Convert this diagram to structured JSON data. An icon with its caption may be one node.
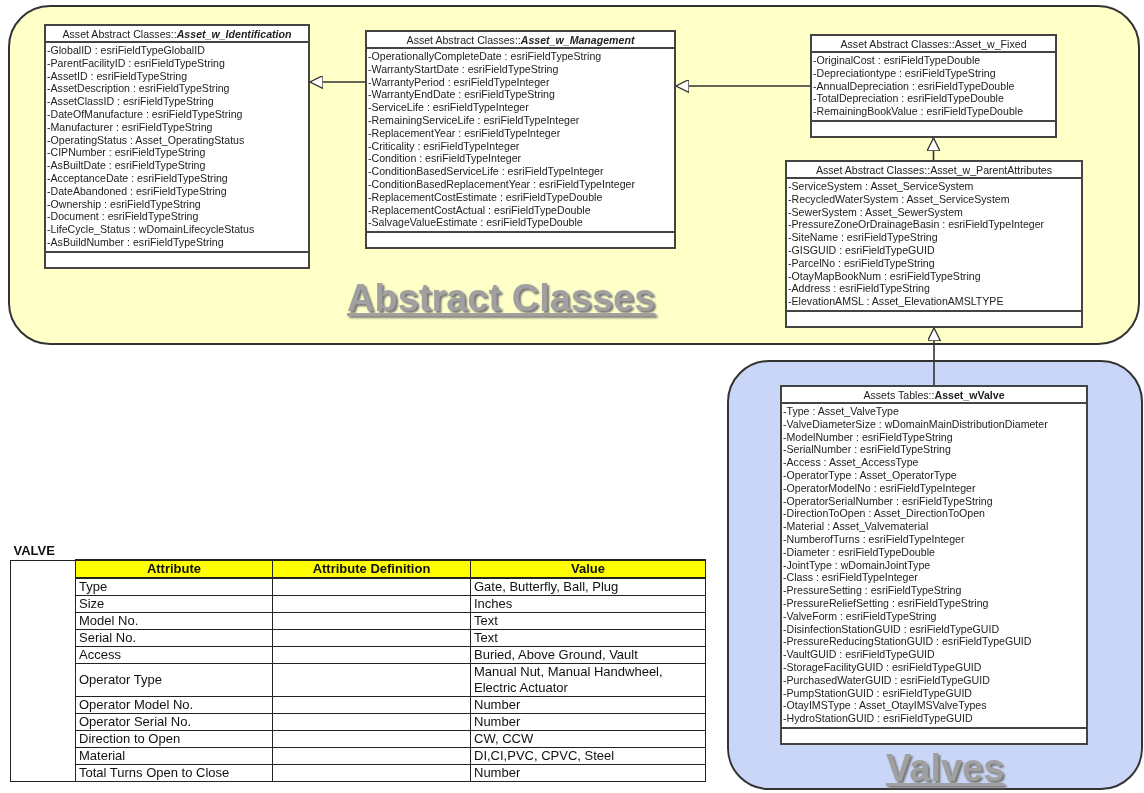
{
  "diagram": {
    "nodes": [
      {
        "text": [
          "Abstract Classes"
        ]
      },
      {
        "text": [
          "Asset Abstract Classes::**Asset_w_Identification**",
          "-GlobalID : esriFieldTypeGlobalID",
          "-ParentFacilityID : esriFieldTypeString",
          "-AssetID : esriFieldTypeString",
          "-AssetDescription : esriFieldTypeString",
          "-AssetClassID : esriFieldTypeString",
          "-DateOfManufacture : esriFieldTypeString",
          "-Manufacturer : esriFieldTypeString",
          "-OperatingStatus : Asset_OperatingStatus",
          "-CIPNumber : esriFieldTypeString",
          "-AsBuiltDate : esriFieldTypeString",
          "-AcceptanceDate : esriFieldTypeString",
          "-DateAbandoned : esriFieldTypeString",
          "-Ownership : esriFieldTypeString",
          "-Document : esriFieldTypeString",
          "-LifeCycle_Status : wDomainLifecycleStatus",
          "-AsBuildNumber : esriFieldTypeString"
        ],
        "in": 0
      },
      {
        "text": [
          "Asset Abstract Classes::**Asset_w_Management**",
          "-OperationallyCompleteDate : esriFieldTypeString",
          "-WarrantyStartDate : esriFieldTypeString",
          "-WarrantyPeriod : esriFieldTypeInteger",
          "-WarrantyEndDate : esriFieldTypeString",
          "-ServiceLife : esriFieldTypeInteger",
          "-RemainingServiceLife : esriFieldTypeInteger",
          "-ReplacementYear : esriFieldTypeInteger",
          "-Criticality : esriFieldTypeInteger",
          "-Condition : esriFieldTypeInteger",
          "-ConditionBasedServiceLife : esriFieldTypeInteger",
          "-ConditionBasedReplacementYear : esriFieldTypeInteger",
          "-ReplacementCostEstimate : esriFieldTypeDouble",
          "-ReplacementCostActual : esriFieldTypeDouble",
          "-SalvageValueEstimate : esriFieldTypeDouble"
        ],
        "in": 0
      },
      {
        "text": [
          "Asset Abstract Classes::Asset_w_Fixed",
          "-OriginalCost : esriFieldTypeDouble",
          "-Depreciationtype : esriFieldTypeString",
          "-AnnualDepreciation : esriFieldTypeDouble",
          "-TotalDepreciation : esriFieldTypeDouble",
          "-RemainingBookValue : esriFieldTypeDouble"
        ],
        "in": 0
      },
      {
        "text": [
          "Asset Abstract Classes::Asset_w_ParentAttributes",
          "-ServiceSystem : Asset_ServiceSystem",
          "-RecycledWaterSystem : Asset_ServiceSystem",
          "-SewerSystem : Asset_SewerSystem",
          "-PressureZoneOrDrainageBasin : esriFieldTypeInteger",
          "-SiteName : esriFieldTypeString",
          "-GISGUID : esriFieldTypeGUID",
          "-ParcelNo : esriFieldTypeString",
          "-OtayMapBookNum : esriFieldTypeString",
          "-Address : esriFieldTypeString",
          "-ElevationAMSL : Asset_ElevationAMSLTYPE"
        ],
        "in": 0
      },
      {
        "text": [
          "Valves"
        ]
      },
      {
        "text": [
          "Assets Tables::**Asset_wValve**",
          "-Type : Asset_ValveType",
          "-ValveDiameterSize : wDomainMainDistributionDiameter",
          "-ModelNumber : esriFieldTypeString",
          "-SerialNumber : esriFieldTypeString",
          "-Access : Asset_AccessType",
          "-OperatorType : Asset_OperatorType",
          "-OperatorModelNo : esriFieldTypeInteger",
          "-OperatorSerialNumber : esriFieldTypeString",
          "-DirectionToOpen : Asset_DirectionToOpen",
          "-Material : Asset_Valvematerial",
          "-NumberofTurns : esriFieldTypeInteger",
          "-Diameter : esriFieldTypeDouble",
          "-JointType : wDomainJointType",
          "-Class : esriFieldTypeInteger",
          "-PressureSetting : esriFieldTypeString",
          "-PressureReliefSetting : esriFieldTypeString",
          "-ValveForm : esriFieldTypeString",
          "-DisinfectionStationGUID : esriFieldTypeGUID",
          "-PressureReducingStationGUID : esriFieldTypeGUID",
          "-VaultGUID : esriFieldTypeGUID",
          "-StorageFacilityGUID : esriFieldTypeGUID",
          "-PurchasedWaterGUID : esriFieldTypeGUID",
          "-PumpStationGUID : esriFieldTypeGUID",
          "-OtayIMSType : Asset_OtayIMSValveTypes",
          "-HydroStationGUID : esriFieldTypeGUID"
        ],
        "in": 5
      }
    ],
    "edges": [
      {
        "from": 2,
        "to": 1,
        "arrow": "to"
      },
      {
        "from": 3,
        "to": 2,
        "arrow": "to"
      },
      {
        "from": 4,
        "to": 3,
        "arrow": "to"
      },
      {
        "from": 6,
        "to": 4,
        "arrow": "to"
      }
    ],
    "labels": [
      "VALVE",
      "Attribute",
      "Attribute Definition",
      "Value",
      "Type",
      "Gate, Butterfly, Ball, Plug",
      "Size",
      "Inches",
      "Model No.",
      "Text",
      "Serial No.",
      "Text",
      "Access",
      "Buried, Above Ground, Vault",
      "Operator Type",
      "Manual Nut, Manual Handwheel, Electric Actuator",
      "Operator Model No.",
      "Number",
      "Operator Serial No.",
      "Number",
      "Direction to Open",
      "CW, CCW",
      "Material",
      "DI,CI,PVC, CPVC, Steel",
      "Total Turns Open to Close",
      "Number"
    ]
  }
}
